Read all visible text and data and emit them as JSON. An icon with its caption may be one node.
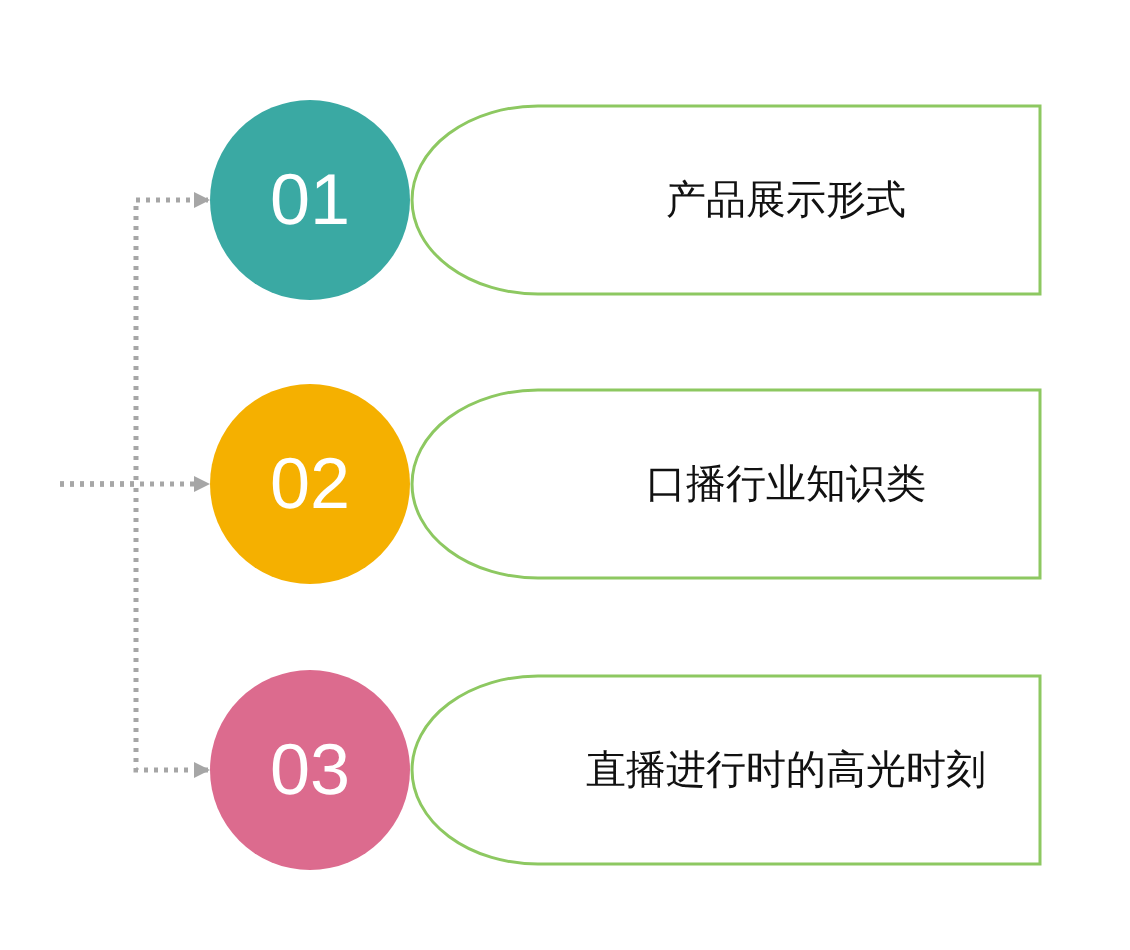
{
  "diagram": {
    "nodes": [
      {
        "text": [
          "01"
        ]
      },
      {
        "text": [
          "产品展示形式"
        ]
      },
      {
        "text": [
          "02"
        ]
      },
      {
        "text": [
          "口播行业知识类"
        ]
      },
      {
        "text": [
          "03"
        ]
      },
      {
        "text": [
          "直播进行时的高光时刻"
        ]
      }
    ],
    "edges": [
      {
        "from": null,
        "to": 0,
        "arrow": "to",
        "style": "dashed"
      },
      {
        "from": null,
        "to": 2,
        "arrow": "to",
        "style": "dashed"
      },
      {
        "from": null,
        "to": 4,
        "arrow": "to",
        "style": "dashed"
      }
    ]
  }
}
